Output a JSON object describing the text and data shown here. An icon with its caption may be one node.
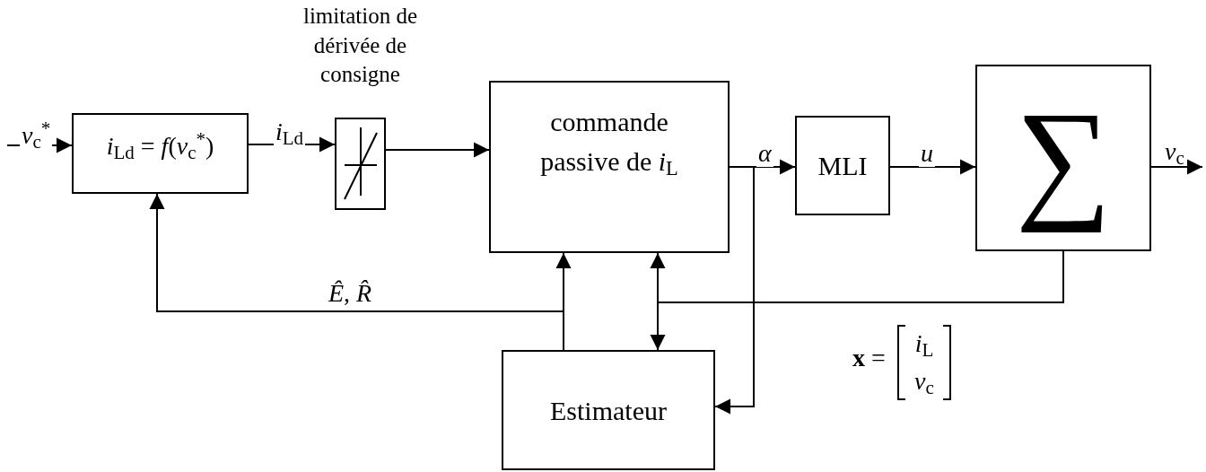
{
  "diagram": {
    "nodes": [
      {
        "text": [
          "*i*$_{Ld}$ = *f*(*v*$_{c}$$^{*}$)"
        ]
      },
      {
        "text": [
          "limitation de dérivée de consigne"
        ]
      },
      {
        "text": [
          "commande passive de *i*$_{L}$"
        ]
      },
      {
        "text": [
          "MLI"
        ]
      },
      {
        "text": [
          "∑"
        ]
      },
      {
        "text": [
          "Estimateur"
        ]
      }
    ],
    "edges": [
      {
        "from": null,
        "to": 0,
        "arrow": "to",
        "label": "*v*$_{c}$$^{*}$"
      },
      {
        "from": 0,
        "to": 1,
        "arrow": "to",
        "label": "*i*$_{Ld}$"
      },
      {
        "from": 1,
        "to": 2,
        "arrow": "to"
      },
      {
        "from": 2,
        "to": 3,
        "arrow": "to",
        "label": "*α*"
      },
      {
        "from": 3,
        "to": 4,
        "arrow": "to",
        "label": "*u*"
      },
      {
        "from": 4,
        "to": null,
        "arrow": "to",
        "label": "*v*$_{c}$"
      },
      {
        "from": 5,
        "to": 0,
        "arrow": "to",
        "label": "*Ê*, *R̂*"
      },
      {
        "from": 5,
        "to": 2,
        "arrow": "to"
      },
      {
        "from": 4,
        "to": 2,
        "arrow": "to"
      },
      {
        "from": 4,
        "to": 5,
        "arrow": "to"
      },
      {
        "from": 2,
        "to": 5,
        "arrow": "to"
      }
    ],
    "labels": [
      "**x** =",
      "*i*$_{L}$",
      "*v*$_{c}$"
    ]
  }
}
